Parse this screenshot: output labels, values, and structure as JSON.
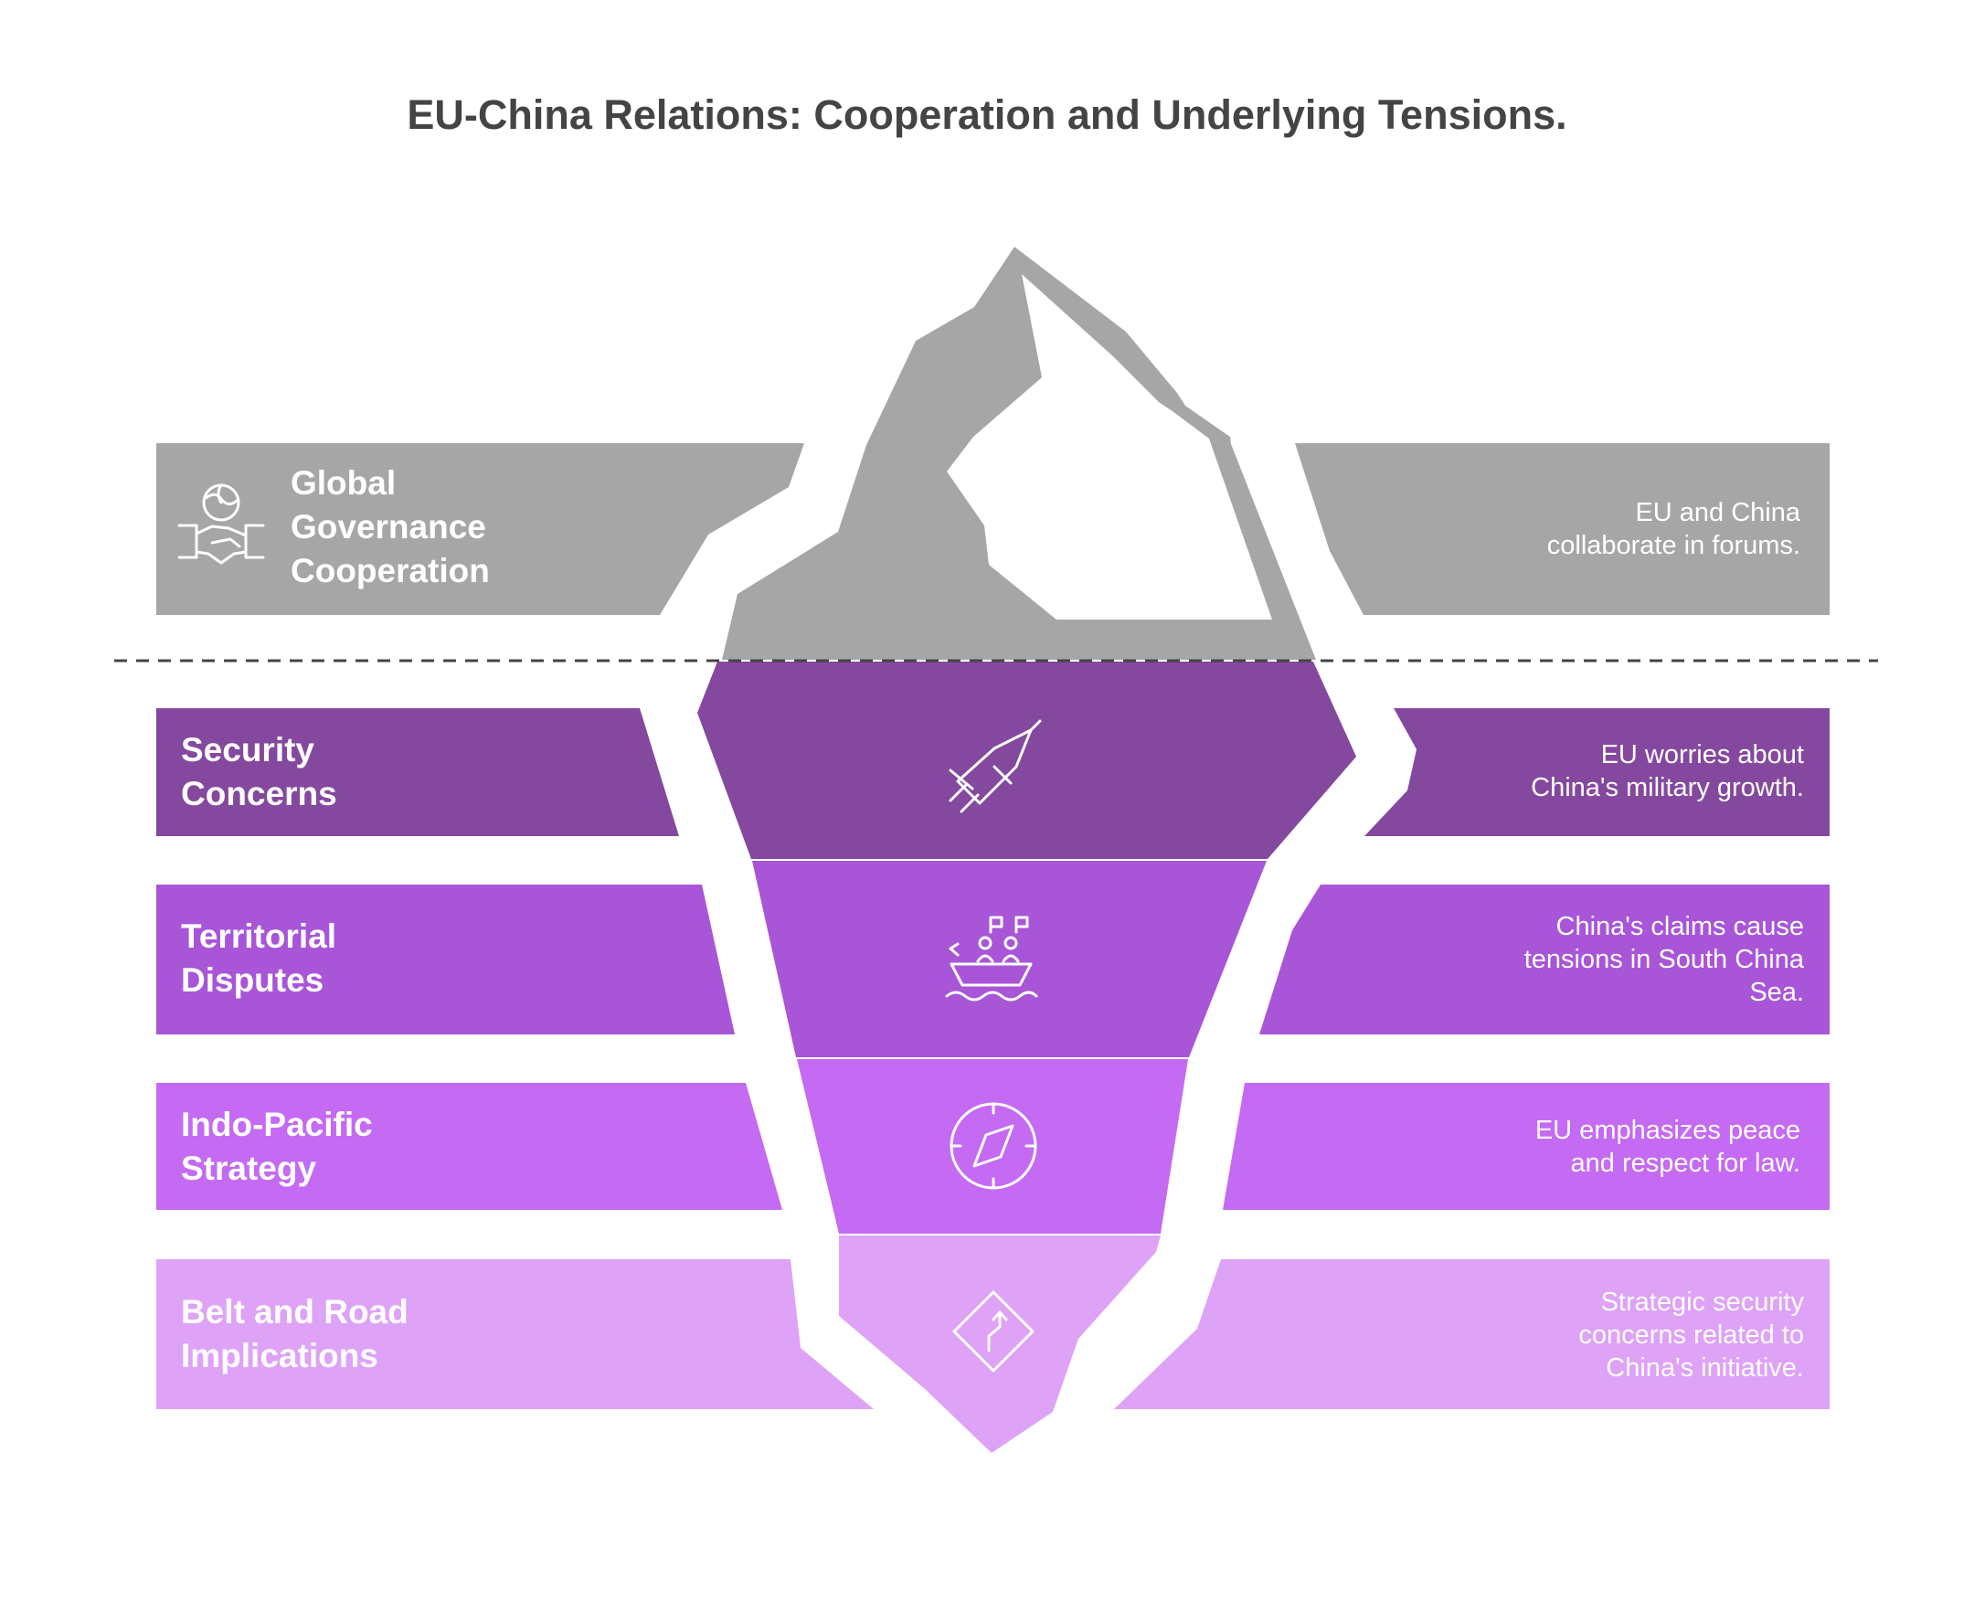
{
  "title": "EU-China Relations: Cooperation and Underlying Tensions.",
  "layers": [
    {
      "label": "Global\nGovernance\nCooperation",
      "description": "EU and China\ncollaborate in forums.",
      "icon": "handshake-globe-icon",
      "color": "#a6a6a6",
      "zone": "above-water"
    },
    {
      "label": "Security\nConcerns",
      "description": "EU worries about\nChina's military growth.",
      "icon": "rocket-icon",
      "color": "#84489e"
    },
    {
      "label": "Territorial\nDisputes",
      "description": "China's claims cause\ntensions in South China\nSea.",
      "icon": "ship-flags-icon",
      "color": "#a855d8"
    },
    {
      "label": "Indo-Pacific\nStrategy",
      "description": "EU emphasizes peace\nand respect for law.",
      "icon": "compass-icon",
      "color": "#c46af3"
    },
    {
      "label": "Belt and Road\nImplications",
      "description": "Strategic security\nconcerns related to\nChina's initiative.",
      "icon": "winding-road-sign-icon",
      "color": "#dea2f7"
    }
  ]
}
